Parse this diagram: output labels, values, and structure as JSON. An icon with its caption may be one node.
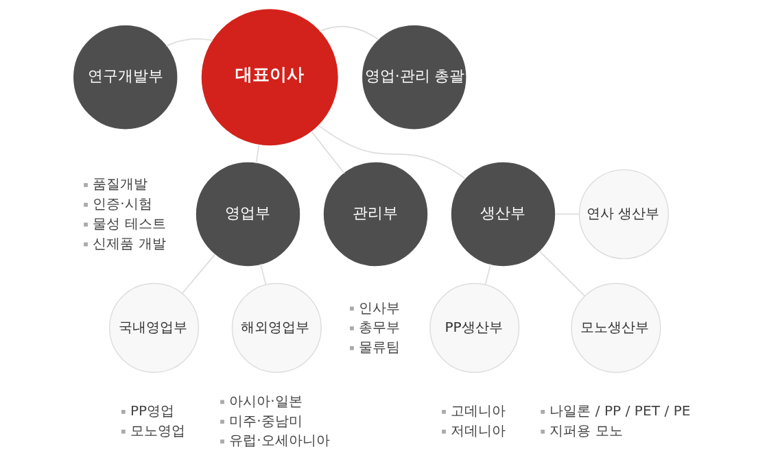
{
  "diagram": {
    "nodes": [
      {
        "text": [
          "대표이사"
        ]
      },
      {
        "text": [
          "연구개발부"
        ],
        "beside": [
          "품질개발",
          "인증·시험",
          "물성 테스트",
          "신제품 개발"
        ]
      },
      {
        "text": [
          "영업·관리 총괄"
        ]
      },
      {
        "text": [
          "영업부"
        ]
      },
      {
        "text": [
          "관리부"
        ],
        "beside": [
          "인사부",
          "총무부",
          "물류팀"
        ]
      },
      {
        "text": [
          "생산부"
        ]
      },
      {
        "text": [
          "국내영업부"
        ],
        "beside": [
          "PP영업",
          "모노영업"
        ]
      },
      {
        "text": [
          "해외영업부"
        ],
        "beside": [
          "아시아·일본",
          "미주·중남미",
          "유럽·오세아니아"
        ]
      },
      {
        "text": [
          "연사 생산부"
        ]
      },
      {
        "text": [
          "PP생산부"
        ],
        "beside": [
          "고데니아",
          "저데니아"
        ]
      },
      {
        "text": [
          "모노생산부"
        ],
        "beside": [
          "나일론 / PP / PET / PE",
          "지퍼용 모노"
        ]
      }
    ],
    "edges": [
      {
        "from": 0,
        "to": 1,
        "arrow": "none"
      },
      {
        "from": 0,
        "to": 2,
        "arrow": "none"
      },
      {
        "from": 0,
        "to": 3,
        "arrow": "none"
      },
      {
        "from": 0,
        "to": 4,
        "arrow": "none"
      },
      {
        "from": 0,
        "to": 5,
        "arrow": "none"
      },
      {
        "from": 3,
        "to": 6,
        "arrow": "none"
      },
      {
        "from": 3,
        "to": 7,
        "arrow": "none"
      },
      {
        "from": 5,
        "to": 8,
        "arrow": "none"
      },
      {
        "from": 5,
        "to": 9,
        "arrow": "none"
      },
      {
        "from": 5,
        "to": 10,
        "arrow": "none"
      }
    ]
  }
}
